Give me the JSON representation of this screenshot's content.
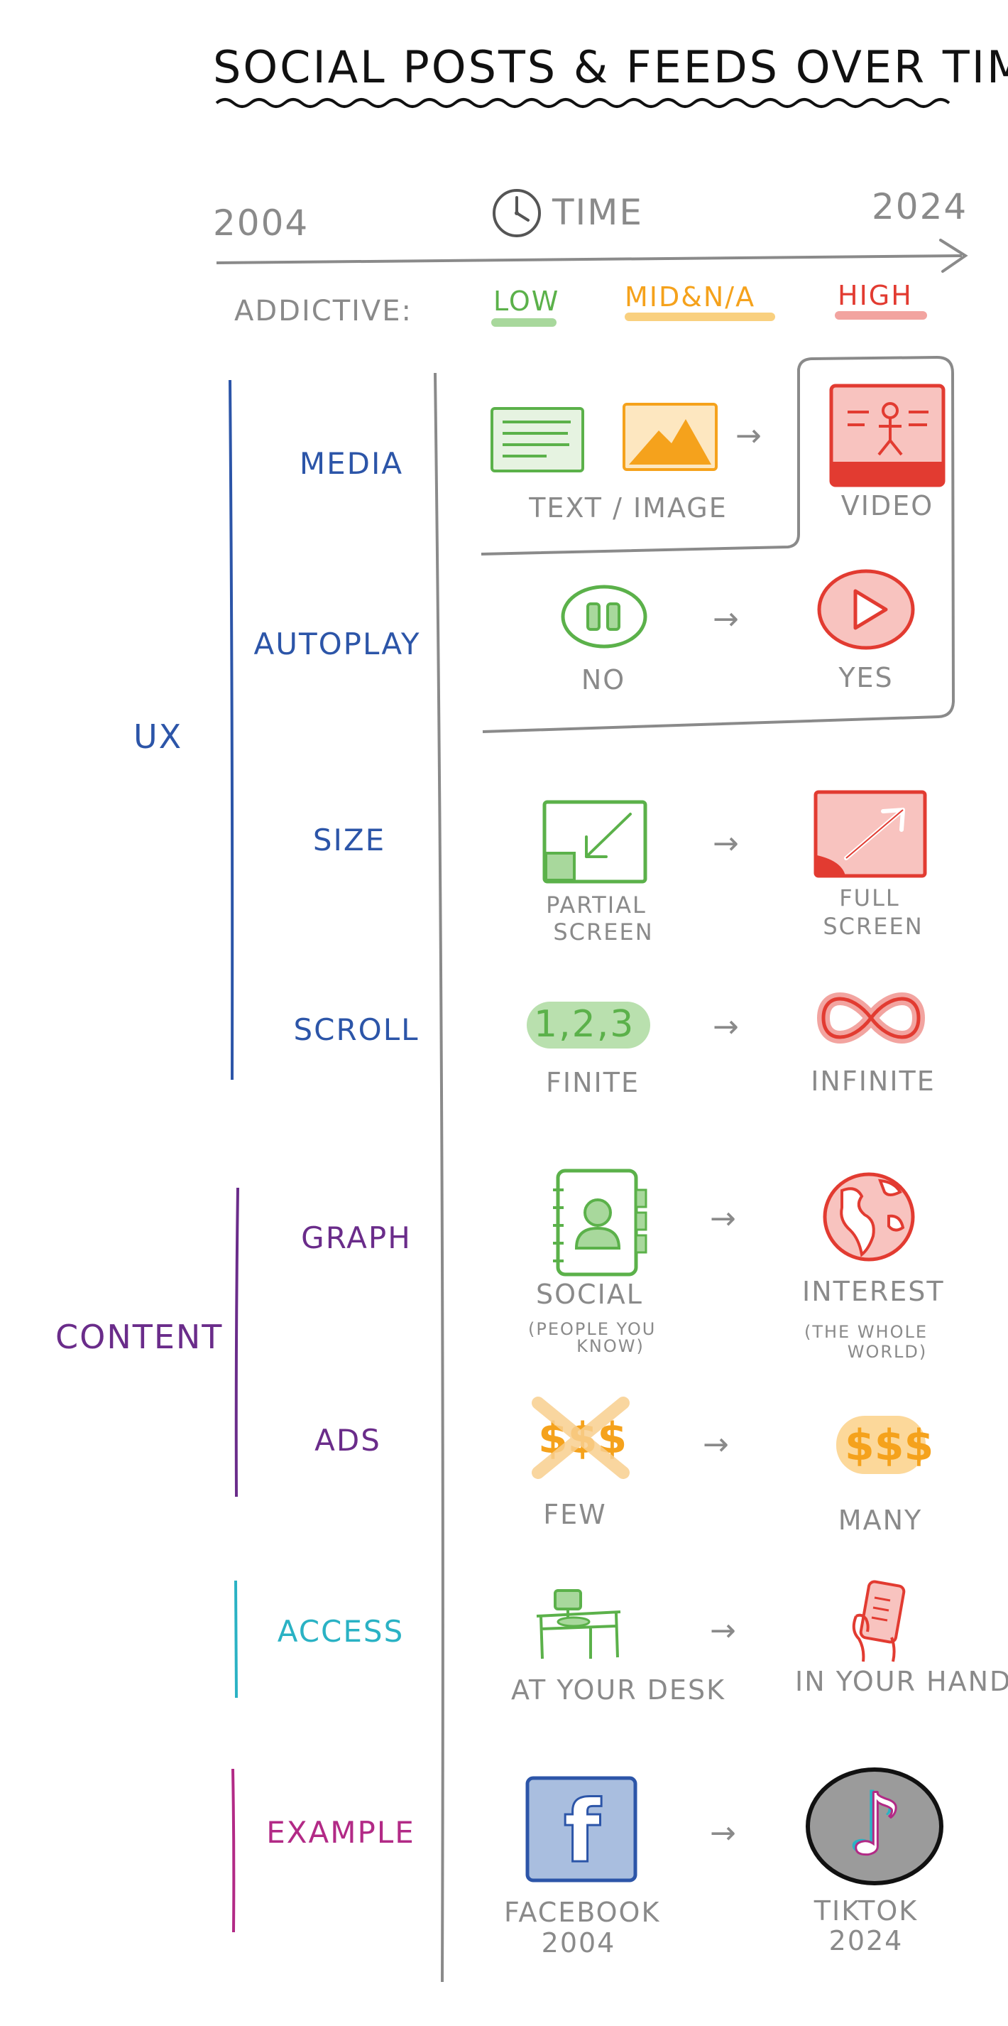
{
  "title": "SOCIAL POSTS & FEEDS OVER TIME",
  "timeline": {
    "start": "2004",
    "label": "TIME",
    "end": "2024"
  },
  "addictive": {
    "label": "ADDICTIVE:",
    "low": "LOW",
    "mid": "MID&N/A",
    "high": "HIGH"
  },
  "colors": {
    "low": "#5bb14a",
    "mid": "#f5a21c",
    "high": "#e23b31",
    "ux": "#2c55a8",
    "content": "#6a2c8a",
    "access": "#2ab2c4",
    "example": "#b22a86"
  },
  "groups": {
    "ux": "UX",
    "content": "CONTENT"
  },
  "rows": {
    "media": {
      "label": "MEDIA",
      "from": "TEXT / IMAGE",
      "to": "VIDEO"
    },
    "autoplay": {
      "label": "AUTOPLAY",
      "from": "NO",
      "to": "YES"
    },
    "size": {
      "label": "SIZE",
      "from_1": "PARTIAL",
      "from_2": "SCREEN",
      "to_1": "FULL",
      "to_2": "SCREEN"
    },
    "scroll": {
      "label": "SCROLL",
      "from": "FINITE",
      "to": "INFINITE",
      "from_glyph": "1,2,3"
    },
    "graph": {
      "label": "GRAPH",
      "from": "SOCIAL",
      "from_note_1": "(PEOPLE YOU",
      "from_note_2": "KNOW)",
      "to": "INTEREST",
      "to_note_1": "(THE WHOLE",
      "to_note_2": "WORLD)"
    },
    "ads": {
      "label": "ADS",
      "from": "FEW",
      "to": "MANY",
      "glyph": "$$$"
    },
    "access": {
      "label": "ACCESS",
      "from": "AT YOUR DESK",
      "to": "IN YOUR HAND"
    },
    "example": {
      "label": "EXAMPLE",
      "from_1": "FACEBOOK",
      "from_2": "2004",
      "to_1": "TIKTOK",
      "to_2": "2024",
      "from_glyph": "f",
      "to_glyph": "♪"
    }
  },
  "arrow_glyph": "→",
  "icons": [
    "clock-icon",
    "text-post-icon",
    "image-post-icon",
    "video-post-icon",
    "pause-icon",
    "play-icon",
    "partial-screen-icon",
    "full-screen-icon",
    "infinity-icon",
    "address-book-icon",
    "globe-icon",
    "crossed-out-dollars-icon",
    "dollars-icon",
    "desk-computer-icon",
    "phone-in-hand-icon",
    "facebook-logo-icon",
    "tiktok-logo-icon"
  ]
}
